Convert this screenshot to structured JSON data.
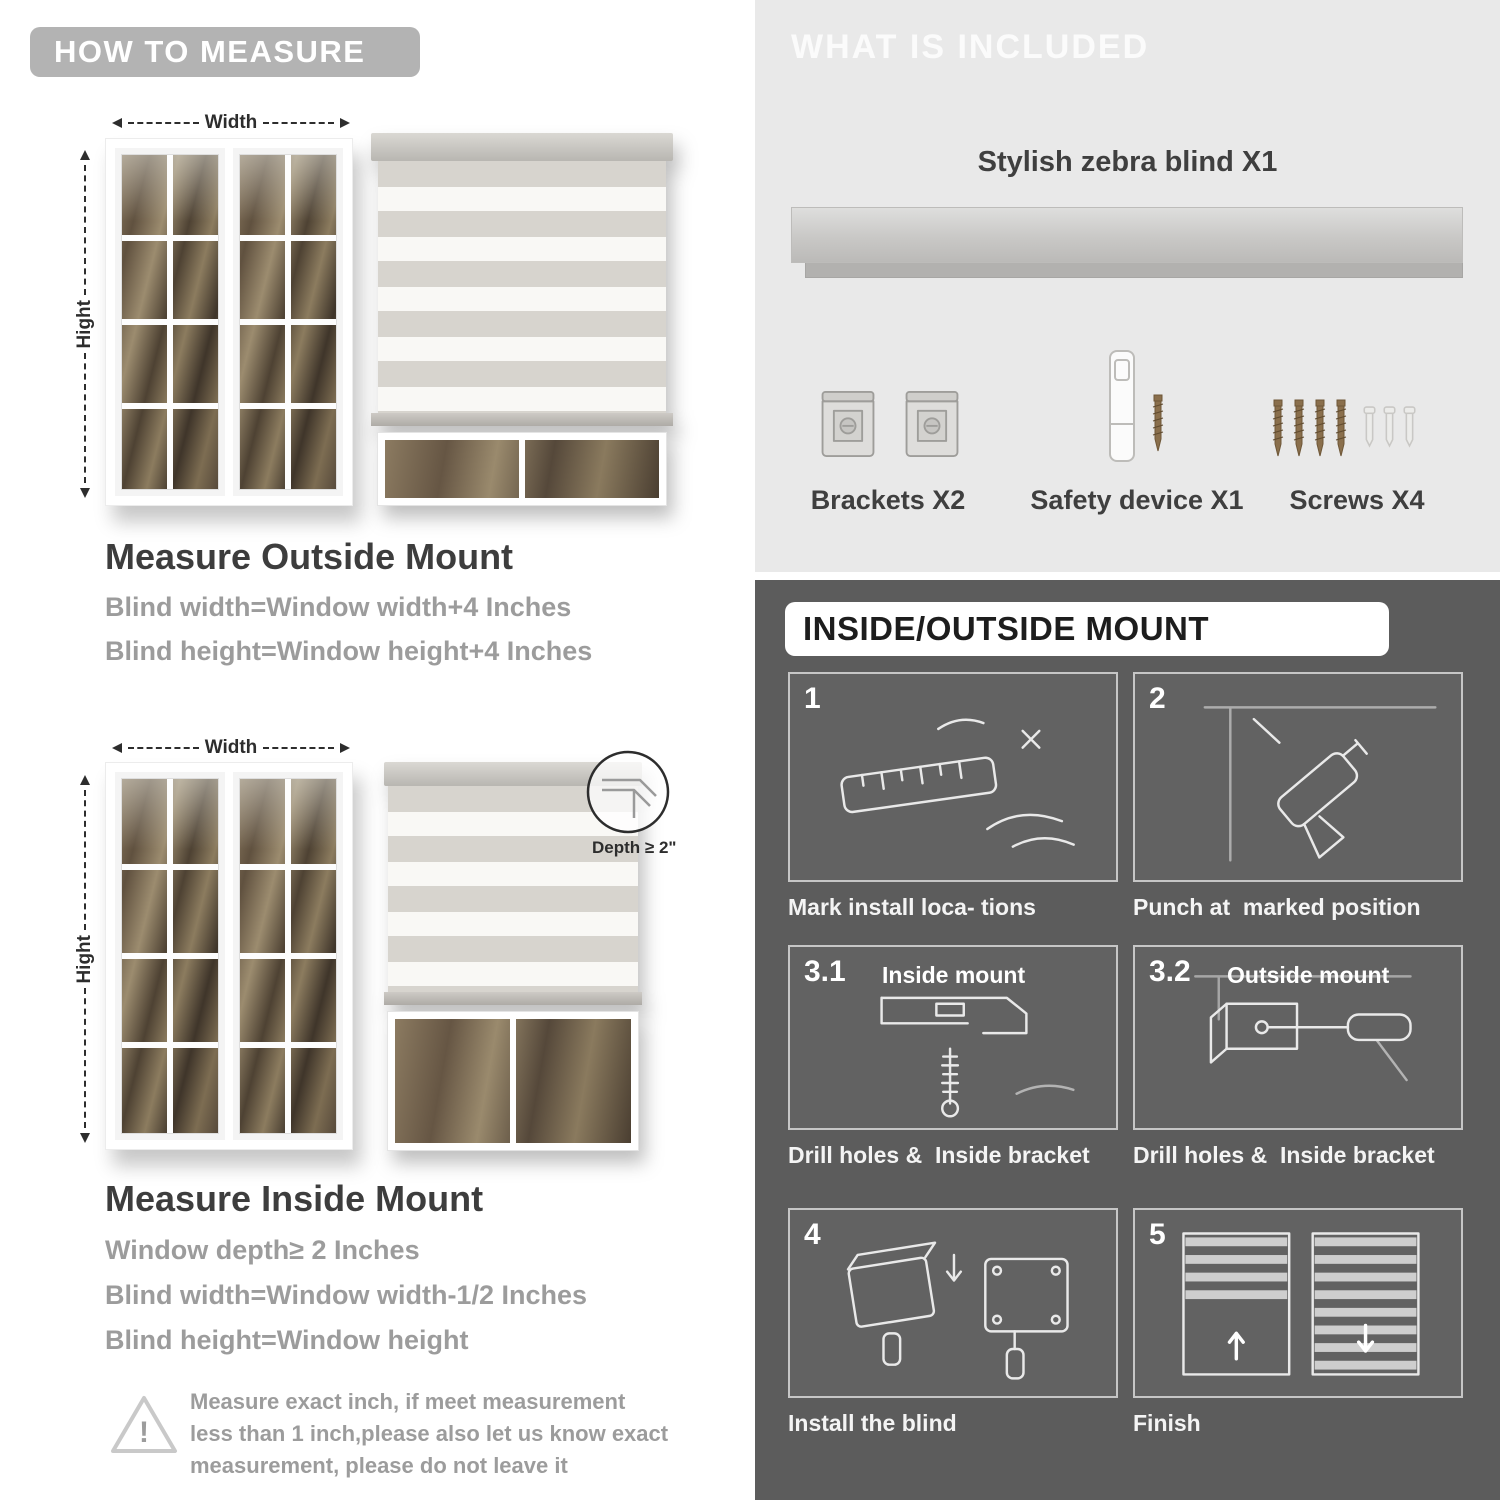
{
  "colors": {
    "left_header_bg": "#b3b3b3",
    "included_bg": "#e9e9e9",
    "mount_bg": "#5c5c5c",
    "dark_text": "#3d3d3d",
    "muted_text": "#9c9c9c"
  },
  "left": {
    "header": "HOW TO MEASURE",
    "outside": {
      "width_label": "Width",
      "height_label": "Hight",
      "title": "Measure Outside Mount",
      "line1": "Blind width=Window width+4 Inches",
      "line2": "Blind height=Window height+4 Inches"
    },
    "inside": {
      "width_label": "Width",
      "height_label": "Hight",
      "depth_callout": "Depth ≥ 2\"",
      "title": "Measure Inside Mount",
      "line1": "Window depth≥ 2 Inches",
      "line2": "Blind width=Window width-1/2 Inches",
      "line3": "Blind height=Window height"
    },
    "warning": {
      "mark": "!",
      "text": "Measure exact inch, if meet measurement less than 1 inch,please also let us know exact measurement, please do not leave it"
    }
  },
  "included": {
    "header": "WHAT IS INCLUDED",
    "blind_label": "Stylish zebra blind X1",
    "items": [
      {
        "label": "Brackets X2"
      },
      {
        "label": "Safety device X1"
      },
      {
        "label": "Screws X4"
      }
    ]
  },
  "mount": {
    "header": "INSIDE/OUTSIDE MOUNT",
    "steps": [
      {
        "num": "1",
        "sub": "",
        "caption": "Mark install loca- tions"
      },
      {
        "num": "2",
        "sub": "",
        "caption": "Punch at  marked position"
      },
      {
        "num": "3.1",
        "sub": "Inside mount",
        "caption": "Drill holes &  Inside bracket"
      },
      {
        "num": "3.2",
        "sub": "Outside mount",
        "caption": "Drill holes &  Inside bracket"
      },
      {
        "num": "4",
        "sub": "",
        "caption": "Install the blind"
      },
      {
        "num": "5",
        "sub": "",
        "caption": "Finish"
      }
    ]
  }
}
